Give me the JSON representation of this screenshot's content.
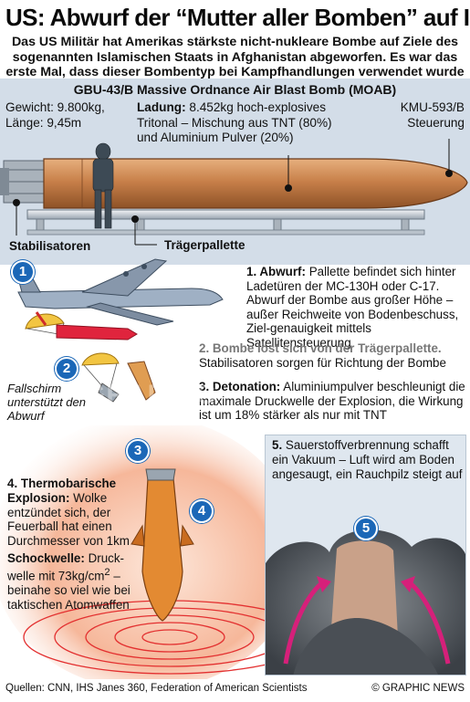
{
  "header": {
    "title": "US: Abwurf der “Mutter aller Bomben” auf IS",
    "subtitle": "Das US Militär hat Amerikas stärkste nicht-nukleare Bombe auf Ziele des sogenannten Islamischen Staats in Afghanistan abgeworfen. Es war das erste Mal, dass dieser Bombentyp bei Kampfhandlungen verwendet wurde"
  },
  "specs": {
    "title": "GBU-43/B Massive Ordnance Air Blast Bomb (MOAB)",
    "weight_line": "Gewicht: 9.800kg,",
    "length_line": "Länge: 9,45m",
    "payload_label": "Ladung:",
    "payload_line1": " 8.452kg hoch-explosives",
    "payload_line2": "Tritonal – Mischung aus TNT (80%)",
    "payload_line3": "und Aluminium Pulver (20%)",
    "guidance_line1": "KMU-593/B",
    "guidance_line2": "Steuerung",
    "stabilizers": "Stabilisatoren",
    "pallet": "Trägerpallette"
  },
  "steps": {
    "s1_head": "1. Abwurf:",
    "s1_body": " Pallette befindet sich hinter Ladetüren der MC-130H oder C-17. Abwurf der Bombe aus großer Höhe – außer Reichweite von Bodenbeschuss, Ziel-genauigkeit mittels Satellitensteuerung",
    "s2_head": "2. Bombe löst sich von der Trägerpallette.",
    "s2_body": "Stabilisatoren sorgen für Richtung der Bombe",
    "s3_head": "3. Detonation:",
    "s3_body": " Aluminiumpulver beschleunigt die maximale Druckwelle der Explosion, die Wirkung ist um 18% stärker als nur mit TNT",
    "parachute_note": "Fallschirm unterstützt den Abwurf",
    "s4_head": "4. Thermobarische Explosion:",
    "s4_body": " Wolke entzündet sich, der Feuerball hat einen Durchmesser von 1km",
    "shock_head": "Schockwelle:",
    "shock_body1": " Druck-welle mit 73kg/cm",
    "shock_sup": "2",
    "shock_body2": " – beinahe so viel wie bei taktischen Atomwaffen",
    "s5_head": "5.",
    "s5_body": " Sauerstoffverbrennung schafft ein Vakuum – Luft wird am Boden angesaugt, ein Rauchpilz steigt auf"
  },
  "badges": [
    "1",
    "2",
    "3",
    "4",
    "5"
  ],
  "watermark": "GRAPHIC",
  "footer": {
    "sources": "Quellen: CNN, IHS Janes 360, Federation of American Scientists",
    "credit": "© GRAPHIC NEWS"
  },
  "colors": {
    "band": "#d3dde8",
    "bomb": "#c8804a",
    "badge": "#1b67b7",
    "fire": "#f0a080",
    "shock_rings": "#e33030",
    "arrows": "#d6207a"
  }
}
